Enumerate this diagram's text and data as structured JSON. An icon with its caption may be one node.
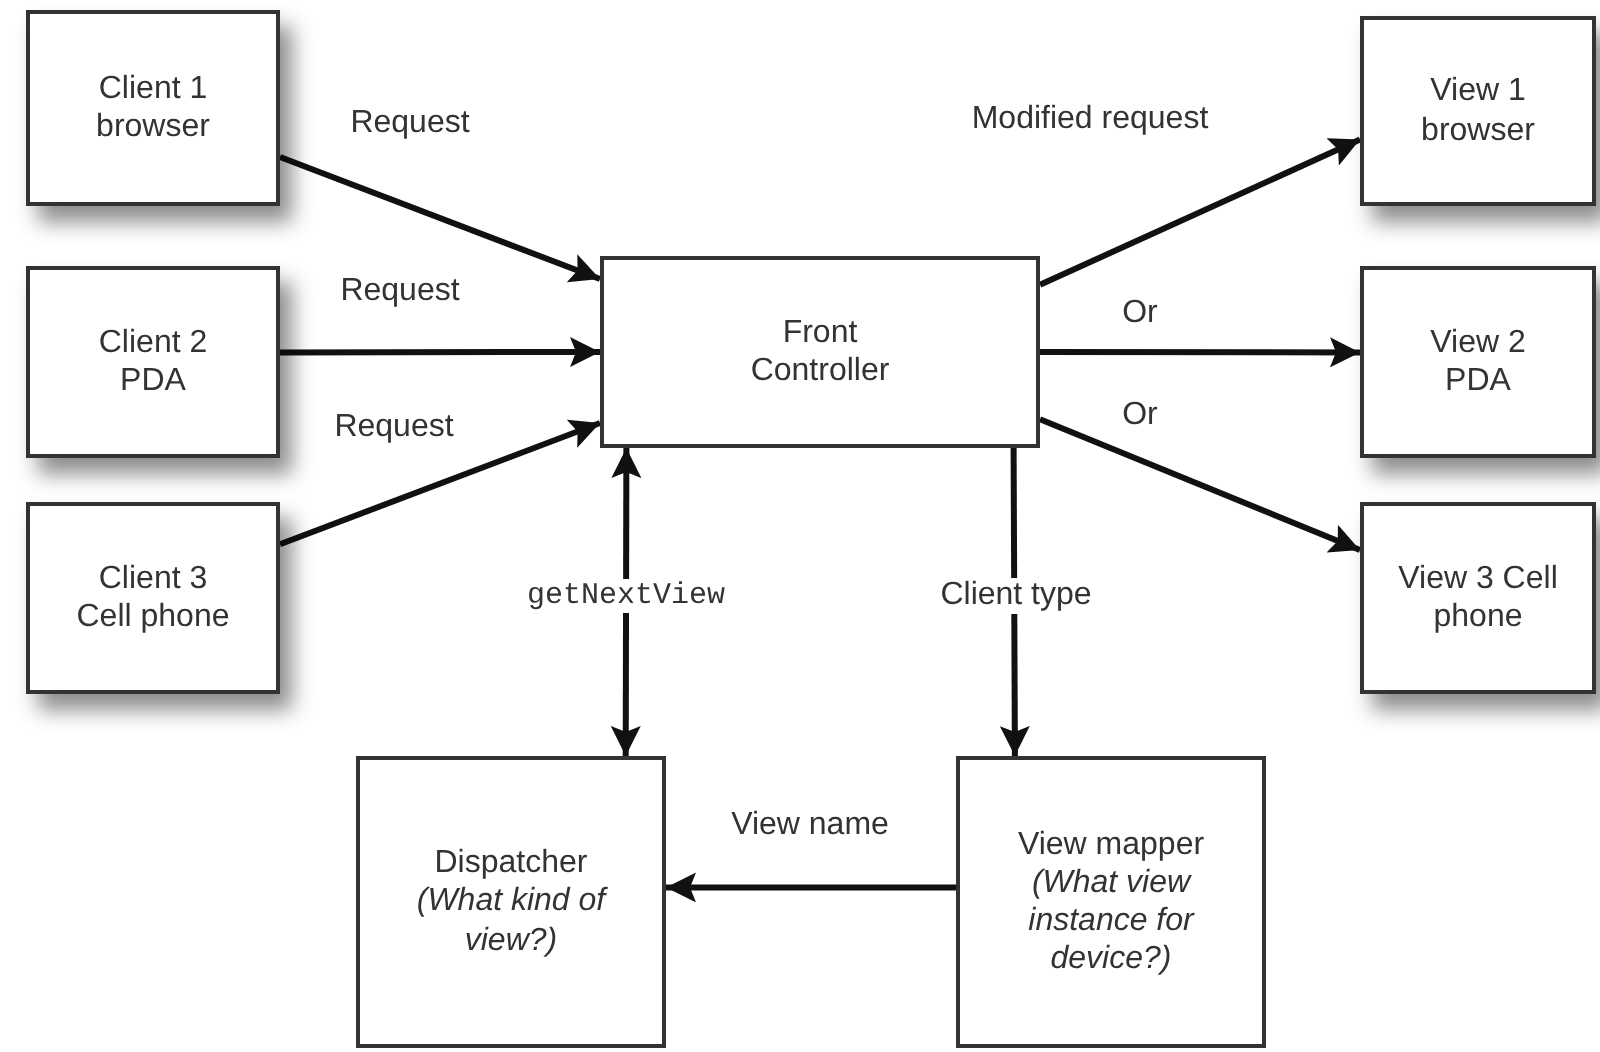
{
  "diagram": {
    "nodes": [
      {
        "text": [
          "Client 1 browser"
        ]
      },
      {
        "text": [
          "Client 2 PDA"
        ]
      },
      {
        "text": [
          "Client 3 Cell phone"
        ]
      },
      {
        "text": [
          "Front Controller"
        ]
      },
      {
        "text": [
          "View 1 browser"
        ]
      },
      {
        "text": [
          "View 2 PDA"
        ]
      },
      {
        "text": [
          "View 3 Cell phone"
        ]
      },
      {
        "text": [
          "Dispatcher",
          "(What kind of view?)"
        ]
      },
      {
        "text": [
          "View mapper",
          "(What view instance for device?)"
        ]
      }
    ],
    "edges": [
      {
        "from": 0,
        "to": 3,
        "arrow": "to",
        "label": "Request"
      },
      {
        "from": 1,
        "to": 3,
        "arrow": "to",
        "label": "Request"
      },
      {
        "from": 2,
        "to": 3,
        "arrow": "to",
        "label": "Request"
      },
      {
        "from": 3,
        "to": 4,
        "arrow": "to",
        "label": "Modified request"
      },
      {
        "from": 3,
        "to": 5,
        "arrow": "to",
        "label": "Or"
      },
      {
        "from": 3,
        "to": 6,
        "arrow": "to",
        "label": "Or"
      },
      {
        "from": 3,
        "to": 7,
        "arrow": "both",
        "label": "getNextView"
      },
      {
        "from": 3,
        "to": 8,
        "arrow": "to",
        "label": "Client type"
      },
      {
        "from": 8,
        "to": 7,
        "arrow": "to",
        "label": "View name"
      }
    ]
  }
}
